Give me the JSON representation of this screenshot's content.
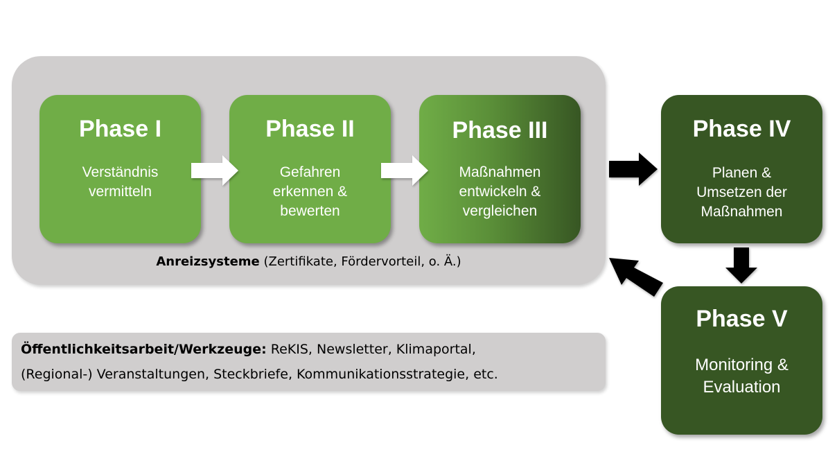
{
  "incentive_panel": {
    "caption_bold": "Anreizsysteme",
    "caption_rest": " (Zertifikate, Fördervorteil, o. Ä.)"
  },
  "phases": [
    {
      "title": "Phase I",
      "description": "Verständnis\nvermitteln"
    },
    {
      "title": "Phase II",
      "description": "Gefahren\nerkennen &\nbewerten"
    },
    {
      "title": "Phase III",
      "description": "Maßnahmen\nentwickeln &\nvergleichen"
    },
    {
      "title": "Phase IV",
      "description": "Planen &\nUmsetzen der\nMaßnahmen"
    },
    {
      "title": "Phase V",
      "description": "Monitoring &\nEvaluation"
    }
  ],
  "public_relations": {
    "label_bold": "Öffentlichkeitsarbeit/Werkzeuge:",
    "line1_rest": " ReKIS, Newsletter, Klimaportal,",
    "line2": "(Regional-) Veranstaltungen, Steckbriefe,  Kommunikationsstrategie, etc."
  },
  "colors": {
    "light_green": "#70ad47",
    "dark_green": "#375623",
    "panel_gray": "#d0cece"
  }
}
